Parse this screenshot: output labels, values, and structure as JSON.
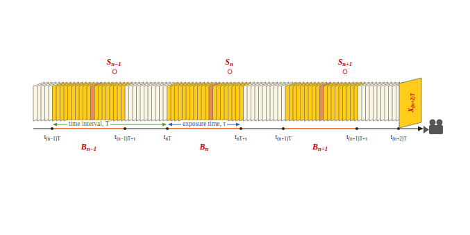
{
  "diagram": {
    "nodes": [
      {
        "text": [
          "X(n+2)T"
        ]
      }
    ],
    "edges": [],
    "labels": [
      "Sn−1",
      "Sn",
      "Sn+1",
      "time interval, T",
      "exposure time, τ",
      "t(n−1)T",
      "t(n−1)T+τ",
      "tnT",
      "tnT+τ",
      "t(n+1)T",
      "t(n+1)T+τ",
      "t(n+2)T",
      "Bn−1",
      "Bn",
      "Bn+1"
    ]
  }
}
